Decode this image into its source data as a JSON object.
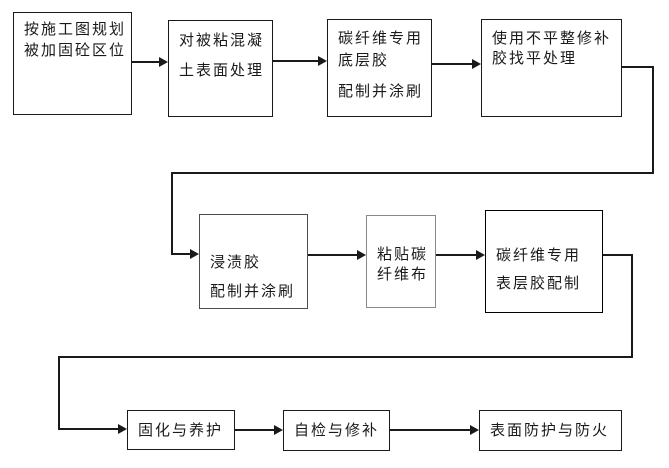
{
  "diagram": {
    "type": "flowchart",
    "nodes": [
      {
        "id": "n1",
        "lines": [
          "按施工图规划",
          "被加固砼区位"
        ]
      },
      {
        "id": "n2",
        "lines": [
          "对被粘混凝",
          "土表面处理"
        ]
      },
      {
        "id": "n3",
        "lines": [
          "碳纤维专用",
          "底层胶",
          "配制并涂刷"
        ]
      },
      {
        "id": "n4",
        "lines": [
          "使用不平整修补",
          "胶找平处理"
        ]
      },
      {
        "id": "n5",
        "lines": [
          "浸渍胶",
          "配制并涂刷"
        ]
      },
      {
        "id": "n6",
        "lines": [
          "粘贴碳",
          "纤维布"
        ]
      },
      {
        "id": "n7",
        "lines": [
          "碳纤维专用",
          "表层胶配制"
        ]
      },
      {
        "id": "n8",
        "lines": [
          "固化与养护"
        ]
      },
      {
        "id": "n9",
        "lines": [
          "自检与修补"
        ]
      },
      {
        "id": "n10",
        "lines": [
          "表面防护与防火"
        ]
      }
    ],
    "flow_sequence": [
      "n1",
      "n2",
      "n3",
      "n4",
      "n5",
      "n6",
      "n7",
      "n8",
      "n9",
      "n10"
    ],
    "edges": [
      {
        "from": "n1",
        "to": "n2"
      },
      {
        "from": "n2",
        "to": "n3"
      },
      {
        "from": "n3",
        "to": "n4"
      },
      {
        "from": "n4",
        "to": "n5"
      },
      {
        "from": "n5",
        "to": "n6"
      },
      {
        "from": "n6",
        "to": "n7"
      },
      {
        "from": "n7",
        "to": "n8"
      },
      {
        "from": "n8",
        "to": "n9"
      },
      {
        "from": "n9",
        "to": "n10"
      }
    ],
    "colors": {
      "background": "#ffffff",
      "line": "#1a1a1a",
      "node5_border": "#4d4d4d",
      "node6_border": "#8a8a8a"
    }
  }
}
